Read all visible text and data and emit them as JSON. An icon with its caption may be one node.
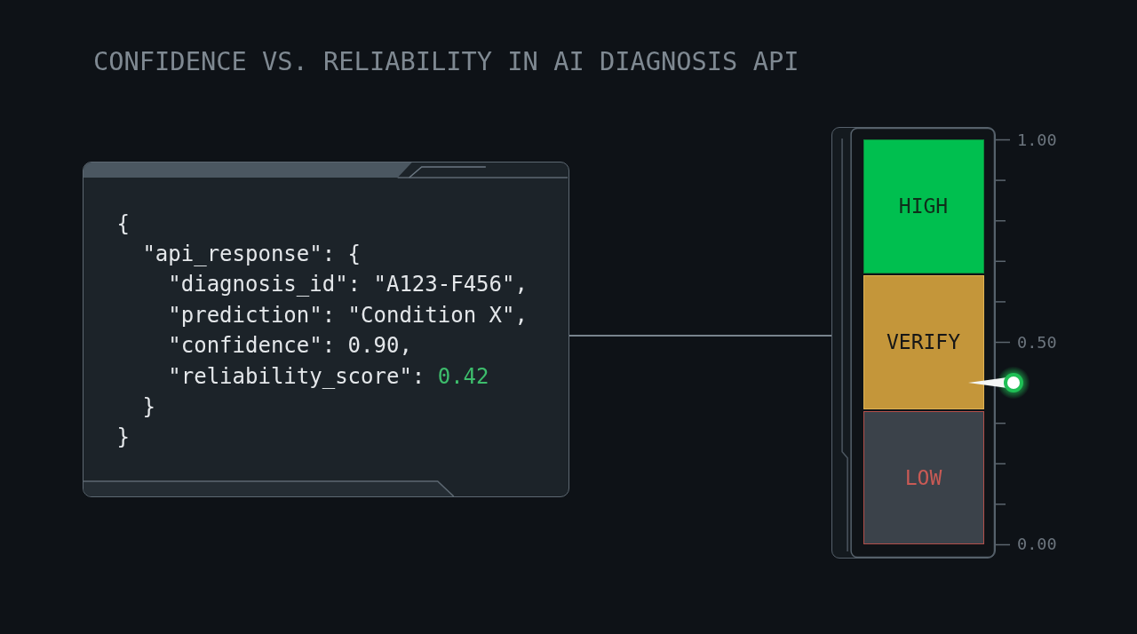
{
  "diagram": {
    "title": "CONFIDENCE VS. RELIABILITY IN AI DIAGNOSIS API",
    "nodes": [
      {
        "text": [
          "{",
          "\"api_response\": {",
          "\"diagnosis_id\": \"A123-F456\",",
          "\"prediction\": \"Condition X\",",
          "\"confidence\": 0.90,",
          "\"reliability_score\":",
          "0.42",
          "}",
          "}"
        ]
      },
      {
        "text": [],
        "shape": "box"
      },
      {
        "text": [
          "HIGH"
        ],
        "in": 1
      },
      {
        "text": [
          "VERIFY"
        ],
        "in": 1
      },
      {
        "text": [
          "LOW"
        ],
        "in": 1
      }
    ],
    "edges": [
      {
        "from": 0,
        "to": 1,
        "arrow": "none"
      }
    ],
    "labels": [
      "1.00",
      "0.50",
      "0.00"
    ]
  }
}
